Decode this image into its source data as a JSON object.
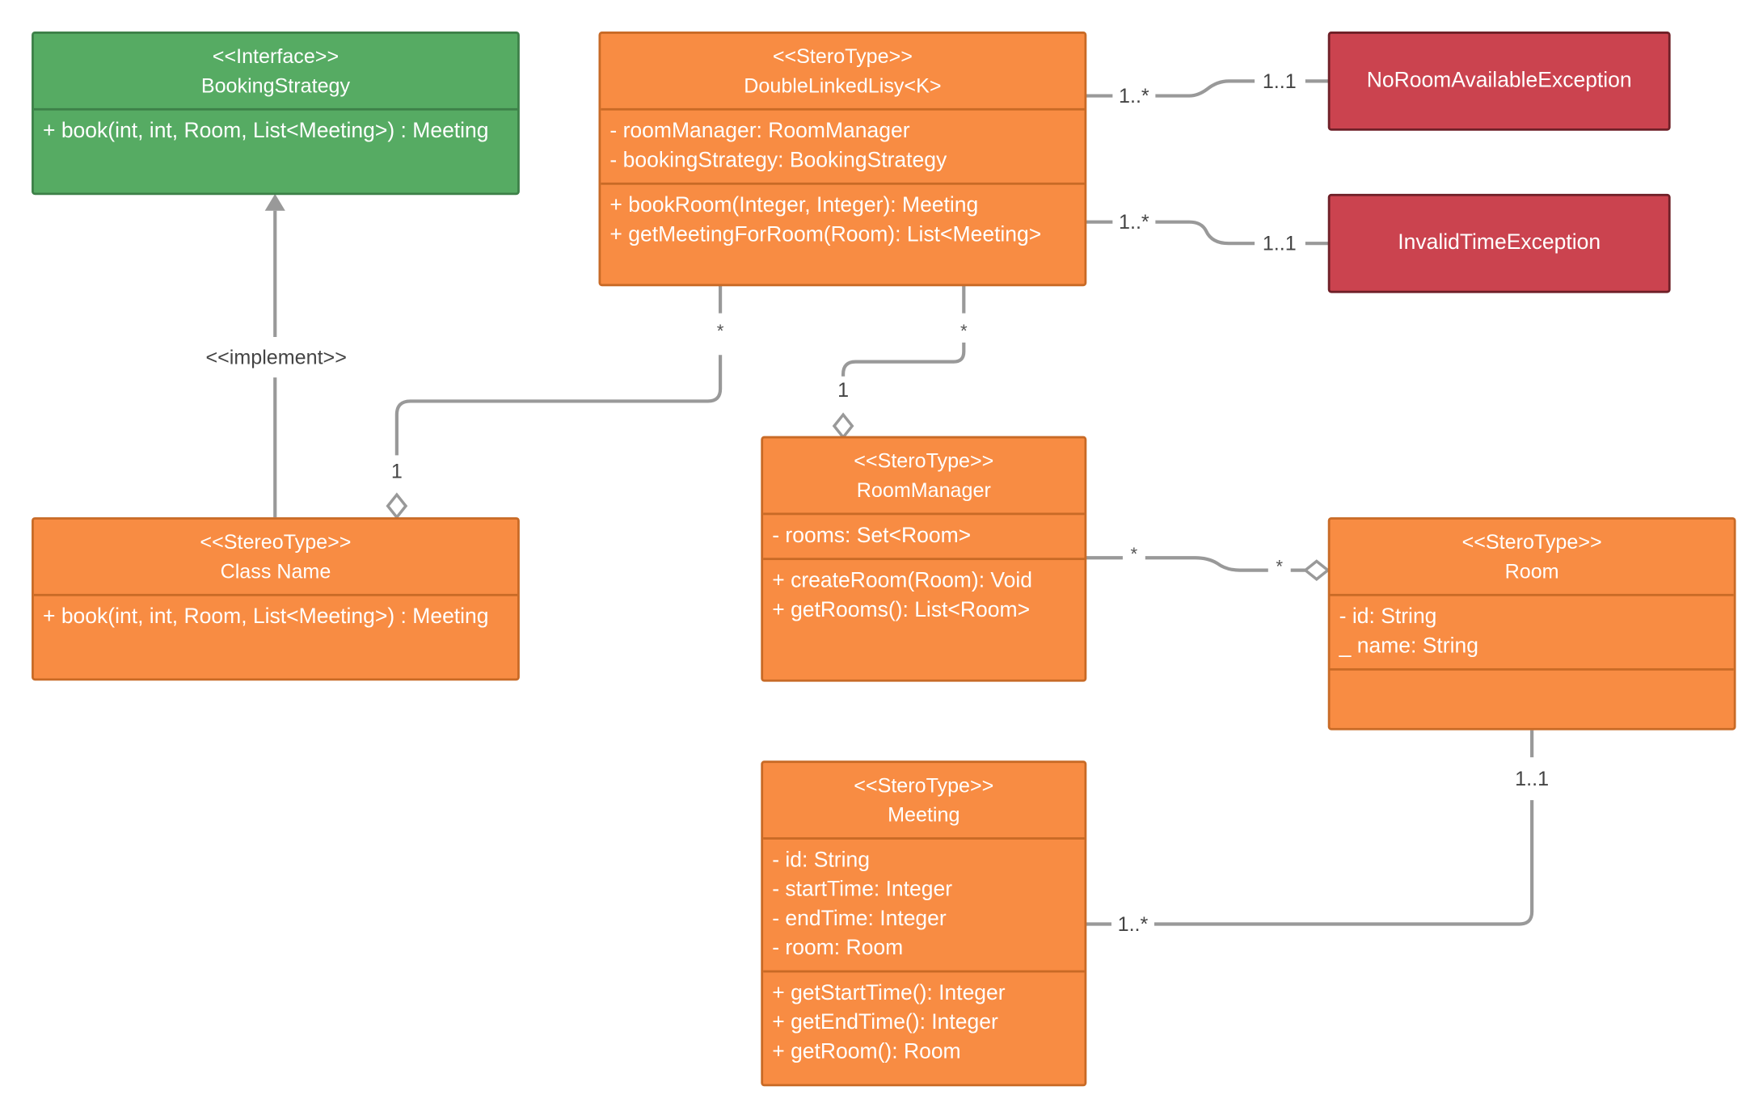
{
  "classes": {
    "booking_strategy": {
      "stereotype": "<<Interface>>",
      "name": "BookingStrategy",
      "attributes": [],
      "methods": [
        "+ book(int, int, Room, List<Meeting>) : Meeting"
      ]
    },
    "double_linked_list": {
      "stereotype": "<<SteroType>>",
      "name": "DoubleLinkedLisy<K>",
      "attributes": [
        "- roomManager: RoomManager",
        "- bookingStrategy: BookingStrategy"
      ],
      "methods": [
        "+ bookRoom(Integer, Integer): Meeting",
        "+ getMeetingForRoom(Room):  List<Meeting>"
      ]
    },
    "class_name": {
      "stereotype": "<<StereoType>>",
      "name": "Class Name",
      "methods": [
        "+ book(int, int, Room, List<Meeting>) : Meeting"
      ]
    },
    "room_manager": {
      "stereotype": "<<SteroType>>",
      "name": "RoomManager",
      "attributes": [
        "- rooms: Set<Room>"
      ],
      "methods": [
        "+ createRoom(Room): Void",
        "+ getRooms(): List<Room>"
      ]
    },
    "room": {
      "stereotype": "<<SteroType>>",
      "name": "Room",
      "attributes": [
        "- id: String",
        "_ name: String"
      ],
      "methods": []
    },
    "meeting": {
      "stereotype": "<<SteroType>>",
      "name": "Meeting",
      "attributes": [
        "- id: String",
        "- startTime: Integer",
        "- endTime: Integer",
        "- room: Room"
      ],
      "methods": [
        "+ getStartTime():  Integer",
        "+ getEndTime(): Integer",
        "+ getRoom(): Room"
      ]
    }
  },
  "exceptions": {
    "no_room": "NoRoomAvailableException",
    "invalid_time": "InvalidTimeException"
  },
  "relations": {
    "implement_label": "<<implement>>",
    "dll_to_classname": {
      "from": "*",
      "to": "1"
    },
    "dll_to_roommanager": {
      "from": "*",
      "to": "1"
    },
    "dll_to_noroom": {
      "from": "1..*",
      "to": "1..1"
    },
    "dll_to_invalidtime": {
      "from": "1..*",
      "to": "1..1"
    },
    "roommanager_to_room": {
      "from": "*",
      "to": "*"
    },
    "meeting_to_room": {
      "from": "1..*",
      "to": "1..1"
    }
  },
  "colors": {
    "class_fill": "#f88c43",
    "interface_fill": "#56ab63",
    "exception_fill": "#cb434f",
    "connector": "#999999"
  }
}
